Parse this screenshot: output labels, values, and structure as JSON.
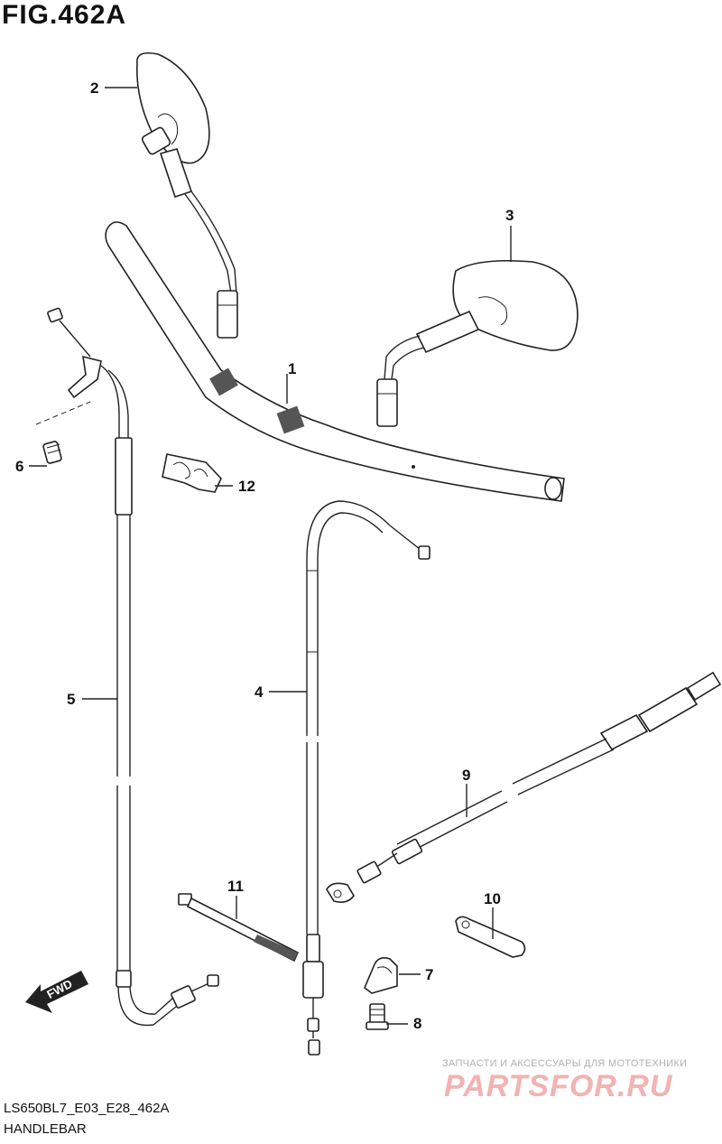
{
  "figure": {
    "title": "FIG.462A"
  },
  "callouts": [
    {
      "label": "1"
    },
    {
      "label": "2"
    },
    {
      "label": "3"
    },
    {
      "label": "4"
    },
    {
      "label": "5"
    },
    {
      "label": "6"
    },
    {
      "label": "7"
    },
    {
      "label": "8"
    },
    {
      "label": "9"
    },
    {
      "label": "10"
    },
    {
      "label": "11"
    },
    {
      "label": "12"
    }
  ],
  "direction_badge": {
    "text": "FWD"
  },
  "footer": {
    "code": "LS650BL7_E03_E28_462A",
    "section": "HANDLEBAR"
  },
  "watermark": {
    "tagline": "ЗАПЧАСТИ И АКСЕССУАРЫ ДЛЯ МОТОТЕХНИКИ",
    "logo": "PARTSFOR.RU"
  }
}
